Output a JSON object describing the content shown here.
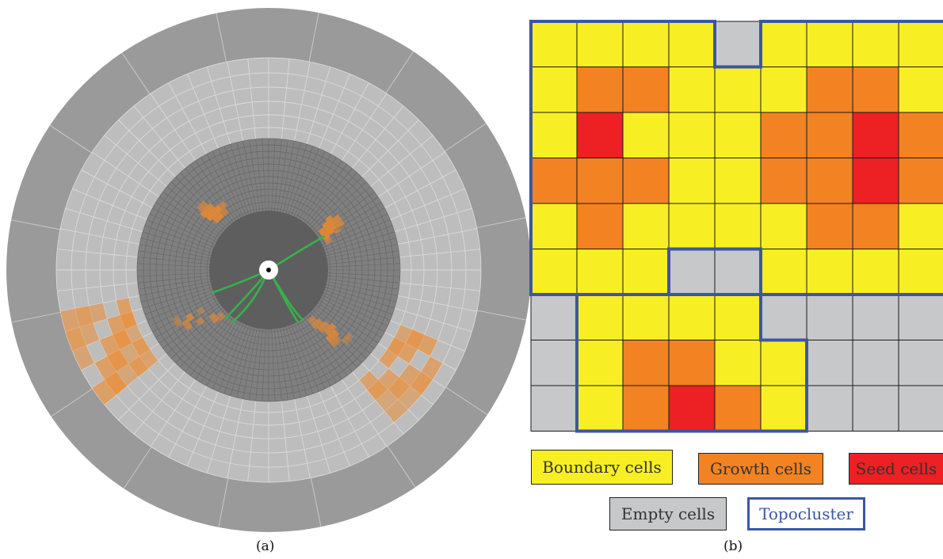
{
  "panel_a": {
    "caption": "(a)",
    "colors": {
      "outer_ring": "#9a9a9a",
      "middle_ring": "#bdbdbd",
      "inner_ring": "#808080",
      "core_disc": "#5e5e5e",
      "beam_hole": "#ffffff",
      "energy_deposit": "#f08a2c",
      "track": "#36b24a"
    }
  },
  "panel_b": {
    "caption": "(b)",
    "grid": {
      "cells": [
        [
          "B",
          "B",
          "B",
          "B",
          "E",
          "B",
          "B",
          "B",
          "B"
        ],
        [
          "B",
          "G",
          "G",
          "B",
          "B",
          "B",
          "G",
          "G",
          "B"
        ],
        [
          "B",
          "S",
          "B",
          "B",
          "B",
          "G",
          "G",
          "S",
          "G"
        ],
        [
          "G",
          "G",
          "G",
          "B",
          "B",
          "G",
          "G",
          "S",
          "G"
        ],
        [
          "B",
          "G",
          "B",
          "B",
          "B",
          "B",
          "G",
          "G",
          "B"
        ],
        [
          "B",
          "B",
          "B",
          "E",
          "E",
          "B",
          "B",
          "B",
          "B"
        ],
        [
          "E",
          "B",
          "B",
          "B",
          "B",
          "E",
          "E",
          "E",
          "E"
        ],
        [
          "E",
          "B",
          "G",
          "G",
          "B",
          "B",
          "E",
          "E",
          "E"
        ],
        [
          "E",
          "B",
          "G",
          "S",
          "G",
          "B",
          "E",
          "E",
          "E"
        ]
      ]
    },
    "colors": {
      "B": "#f7ef24",
      "G": "#f28222",
      "S": "#ed2024",
      "E": "#c7c8ca",
      "topocluster": "#3b56a5"
    },
    "legend": {
      "boundary": "Boundary cells",
      "growth": "Growth cells",
      "seed": "Seed cells",
      "empty": "Empty cells",
      "topocluster": "Topocluster"
    }
  }
}
